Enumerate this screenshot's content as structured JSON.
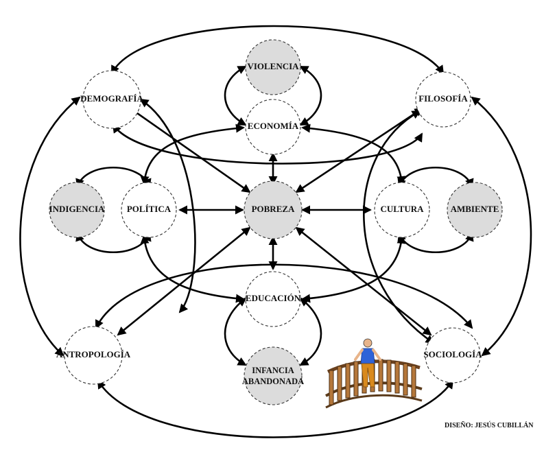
{
  "nodes": {
    "violencia": "VIOLENCIA",
    "economia": "ECONOMÍA",
    "demografia": "DEMOGRAFÍA",
    "filosofia": "FILOSOFÍA",
    "indigencia": "INDIGENCIA",
    "politica": "POLÍTICA",
    "pobreza": "POBREZA",
    "cultura": "CULTURA",
    "ambiente": "AMBIENTE",
    "educacion": "EDUCACIÓN",
    "antropologia": "ANTROPOLOGÍA",
    "sociologia": "SOCIOLOGÍA",
    "infancia_line1": "INFANCIA",
    "infancia_line2": "ABANDONADA"
  },
  "credit": "DISEÑO: JESÚS CUBILLÁN",
  "colors": {
    "central_fill": "#dcdcdc",
    "peripheral_fill": "#ffffff",
    "arrow": "#000000"
  },
  "icons": {
    "illustration": "person-on-bridge-icon"
  }
}
